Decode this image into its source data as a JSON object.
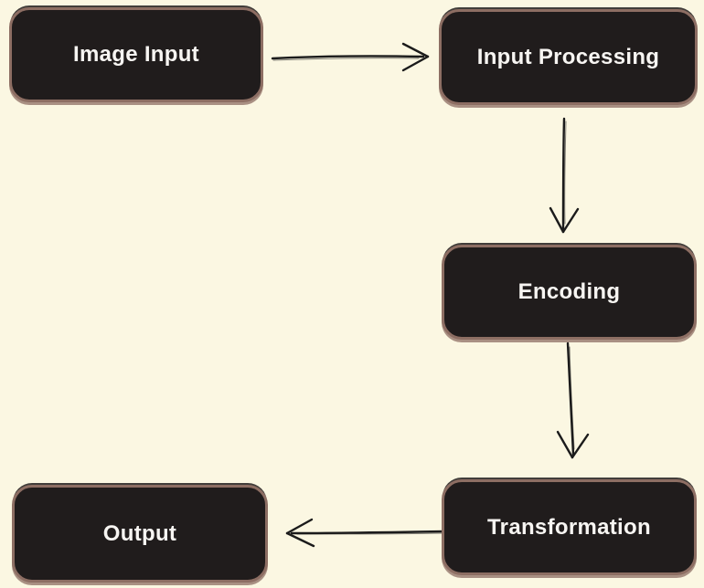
{
  "diagram": {
    "type": "flowchart",
    "colors": {
      "background": "#FBF7E2",
      "node_fill": "#201C1C",
      "node_border": "#8D6E63",
      "node_text": "#F7F5F2",
      "arrow": "#1B1B1B"
    },
    "nodes": [
      {
        "id": "image-input",
        "label": "Image Input"
      },
      {
        "id": "input-processing",
        "label": "Input Processing"
      },
      {
        "id": "encoding",
        "label": "Encoding"
      },
      {
        "id": "transformation",
        "label": "Transformation"
      },
      {
        "id": "output",
        "label": "Output"
      }
    ],
    "edges": [
      {
        "from": "image-input",
        "to": "input-processing",
        "direction": "right"
      },
      {
        "from": "input-processing",
        "to": "encoding",
        "direction": "down"
      },
      {
        "from": "encoding",
        "to": "transformation",
        "direction": "down"
      },
      {
        "from": "transformation",
        "to": "output",
        "direction": "left"
      }
    ]
  }
}
